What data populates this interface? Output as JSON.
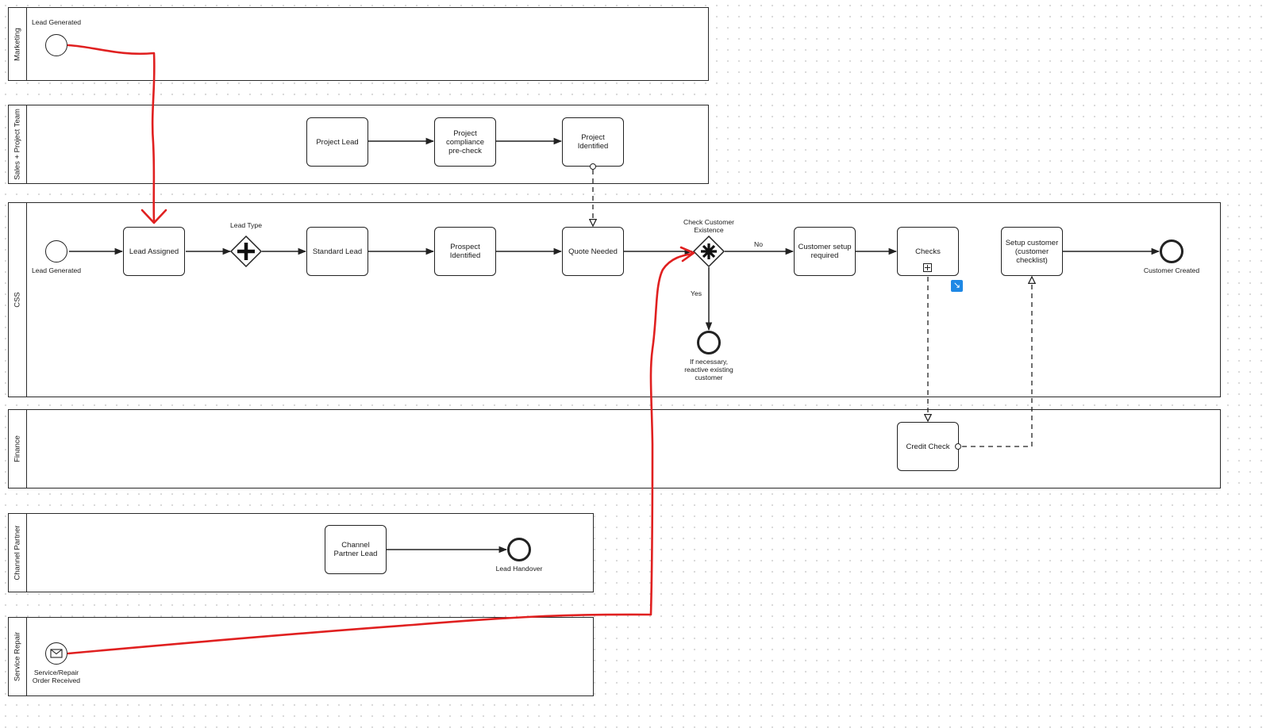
{
  "pools": [
    {
      "id": "marketing",
      "label": "Marketing"
    },
    {
      "id": "sales",
      "label": "Sales + Project Team"
    },
    {
      "id": "css",
      "label": "CSS"
    },
    {
      "id": "finance",
      "label": "Finance"
    },
    {
      "id": "channel",
      "label": "Channel Partner"
    },
    {
      "id": "service",
      "label": "Service Repair"
    }
  ],
  "marketing": {
    "start_event_label": "Lead Generated"
  },
  "sales": {
    "project_lead": "Project Lead",
    "compliance": [
      "Project",
      "compliance",
      "pre-check"
    ],
    "identified": [
      "Project",
      "Identified"
    ]
  },
  "css": {
    "start_event_label": "Lead Generated",
    "lead_assigned": "Lead Assigned",
    "lead_type_label": "Lead Type",
    "standard_lead": "Standard Lead",
    "prospect": [
      "Prospect",
      "Identified"
    ],
    "quote_needed": "Quote Needed",
    "check_label": [
      "Check Customer",
      "Existence"
    ],
    "no_label": "No",
    "yes_label": "Yes",
    "customer_setup": [
      "Customer setup",
      "required"
    ],
    "checks": "Checks",
    "setup_customer": [
      "Setup customer",
      "(customer",
      "checklist)"
    ],
    "customer_created": "Customer Created",
    "reactivate": [
      "If necessary,",
      "reactive existing",
      "customer"
    ]
  },
  "finance": {
    "credit_check": "Credit Check"
  },
  "channel": {
    "channel_lead": [
      "Channel",
      "Partner Lead"
    ],
    "handover": "Lead Handover"
  },
  "service": {
    "message_event": [
      "Service/Repair",
      "Order Received"
    ]
  },
  "colors": {
    "annotation": "#e02020",
    "badge": "#1e88e5",
    "stroke": "#222222"
  }
}
